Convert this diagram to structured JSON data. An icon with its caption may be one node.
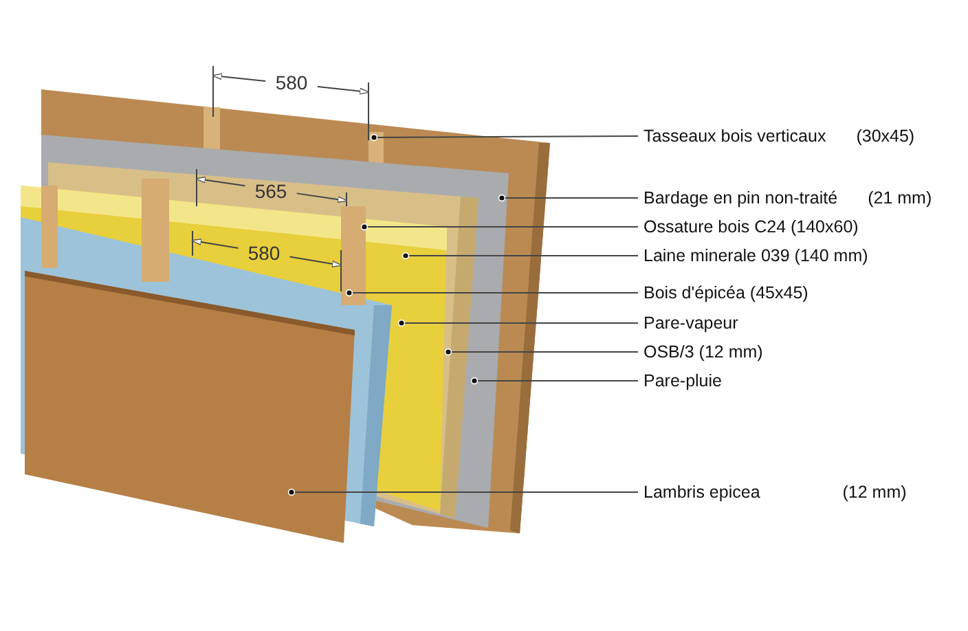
{
  "diagram": {
    "nodes": [
      {
        "text": [
          "Tasseaux bois verticaux",
          "(30x45)"
        ]
      },
      {
        "text": [
          "Bardage en pin non-traité",
          "(21 mm)"
        ]
      },
      {
        "text": [
          "Ossature bois C24 (140x60)"
        ]
      },
      {
        "text": [
          "Laine minerale 039 (140 mm)"
        ]
      },
      {
        "text": [
          "Bois d'épicéa (45x45)"
        ]
      },
      {
        "text": [
          "Pare-vapeur"
        ]
      },
      {
        "text": [
          "OSB/3 (12 mm)"
        ]
      },
      {
        "text": [
          "Pare-pluie"
        ]
      },
      {
        "text": [
          "Lambris epicea",
          "(12 mm)"
        ]
      }
    ],
    "edges": [
      {
        "from": 0,
        "to": null,
        "arrow": "none"
      },
      {
        "from": 1,
        "to": null,
        "arrow": "none"
      },
      {
        "from": 2,
        "to": null,
        "arrow": "none"
      },
      {
        "from": 3,
        "to": null,
        "arrow": "none"
      },
      {
        "from": 4,
        "to": null,
        "arrow": "none"
      },
      {
        "from": 5,
        "to": null,
        "arrow": "none"
      },
      {
        "from": 6,
        "to": null,
        "arrow": "none"
      },
      {
        "from": 7,
        "to": null,
        "arrow": "none"
      },
      {
        "from": 8,
        "to": null,
        "arrow": "none"
      }
    ],
    "labels": [
      "580",
      "565",
      "580"
    ]
  }
}
